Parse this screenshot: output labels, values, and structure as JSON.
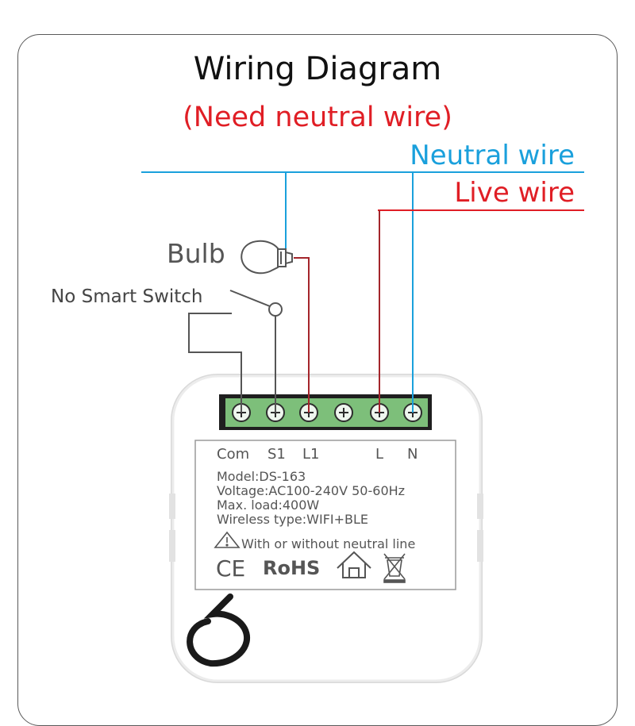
{
  "title": "Wiring Diagram",
  "subtitle": "(Need neutral wire)",
  "wires": {
    "neutral_label": "Neutral wire",
    "live_label": "Live wire",
    "neutral_color": "#1aa0dc",
    "live_color": "#e01e25",
    "load_color": "#a4252b",
    "switch_wire_color": "#555555"
  },
  "bulb_label": "Bulb",
  "switch_label": "No Smart Switch",
  "device": {
    "terminals": [
      "Com",
      "S1",
      "L1",
      "L",
      "N"
    ],
    "model": "Model:DS-163",
    "voltage": "Voltage:AC100-240V 50-60Hz",
    "max_load": "Max. load:400W",
    "wireless": "Wireless type:WIFI+BLE",
    "warning": "With or without neutral line",
    "ce_mark": "CE",
    "rohs_mark": "RoHS",
    "terminal_block_color": "#7dbf7a",
    "icons": [
      "warning-triangle-icon",
      "house-icon",
      "weee-bin-icon"
    ]
  }
}
